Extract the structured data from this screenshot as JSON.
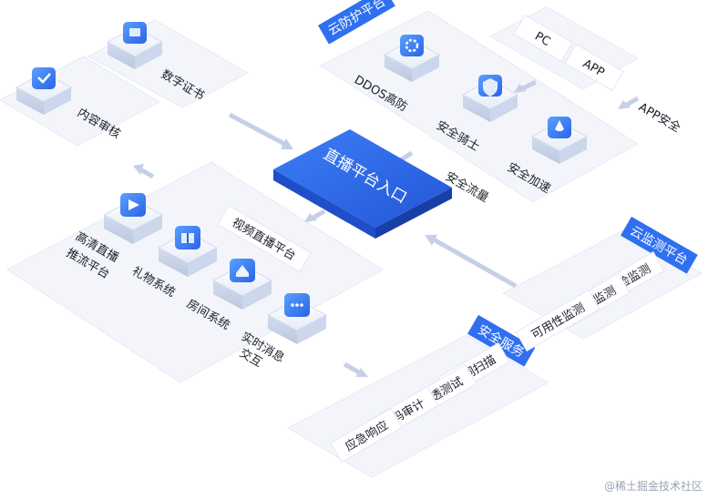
{
  "diagram": {
    "center": {
      "label": "直播平台入口"
    },
    "cloud_protection": {
      "title": "云防护平台",
      "items": [
        "DDOS高防",
        "安全骑士",
        "安全加速"
      ]
    },
    "clients": {
      "items": [
        "PC",
        "APP"
      ],
      "app_security_label": "APP安全"
    },
    "security_traffic_label": "安全流量",
    "digital_certificate": {
      "label": "数字证书"
    },
    "content_review": {
      "label": "内容审核"
    },
    "video_platform": {
      "title": "视频直播平台",
      "items": [
        "高清直播推流平台",
        "礼物系统",
        "房间系统",
        "实时消息交互"
      ],
      "item_lines": [
        [
          "高清直播",
          "推流平台"
        ],
        [
          "礼物系统"
        ],
        [
          "房间系统"
        ],
        [
          "实时消息",
          "交互"
        ]
      ]
    },
    "cloud_monitoring": {
      "title": "云监测平台",
      "items": [
        "风险监测",
        "威胁监测",
        "可用性监测"
      ]
    },
    "security_service": {
      "title": "安全服务",
      "items": [
        "漏洞扫描",
        "渗透测试",
        "代码审计",
        "应急响应"
      ]
    }
  },
  "colors": {
    "accent": "#2f6ff0",
    "accent_dark": "#1f4fc8",
    "panel": "#f4f6fb",
    "panel_edge": "#e3e8f3",
    "arrow": "#c5d0e6"
  },
  "watermark": "@稀土掘金技术社区"
}
